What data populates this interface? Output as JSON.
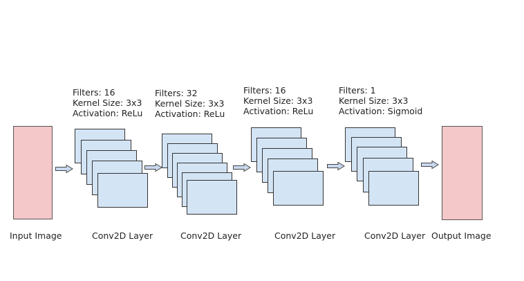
{
  "colors": {
    "io_fill": "#f4c7c8",
    "feature_map_fill": "#d3e4f5",
    "arrow_fill": "#c9d8ef",
    "arrow_stroke": "#444444"
  },
  "input": {
    "label": "Input Image"
  },
  "output": {
    "label": "Output Image"
  },
  "layers": [
    {
      "label": "Conv2D Layer",
      "filters": "Filters: 16",
      "kernel": "Kernel Size: 3x3",
      "activation": "Activation: ReLu"
    },
    {
      "label": "Conv2D Layer",
      "filters": "Filters: 32",
      "kernel": "Kernel Size: 3x3",
      "activation": "Activation: ReLu"
    },
    {
      "label": "Conv2D Layer",
      "filters": "Filters: 16",
      "kernel": "Kernel Size: 3x3",
      "activation": "Activation: ReLu"
    },
    {
      "label": "Conv2D Layer",
      "filters": "Filters: 1",
      "kernel": "Kernel Size: 3x3",
      "activation": "Activation: Sigmoid"
    }
  ]
}
